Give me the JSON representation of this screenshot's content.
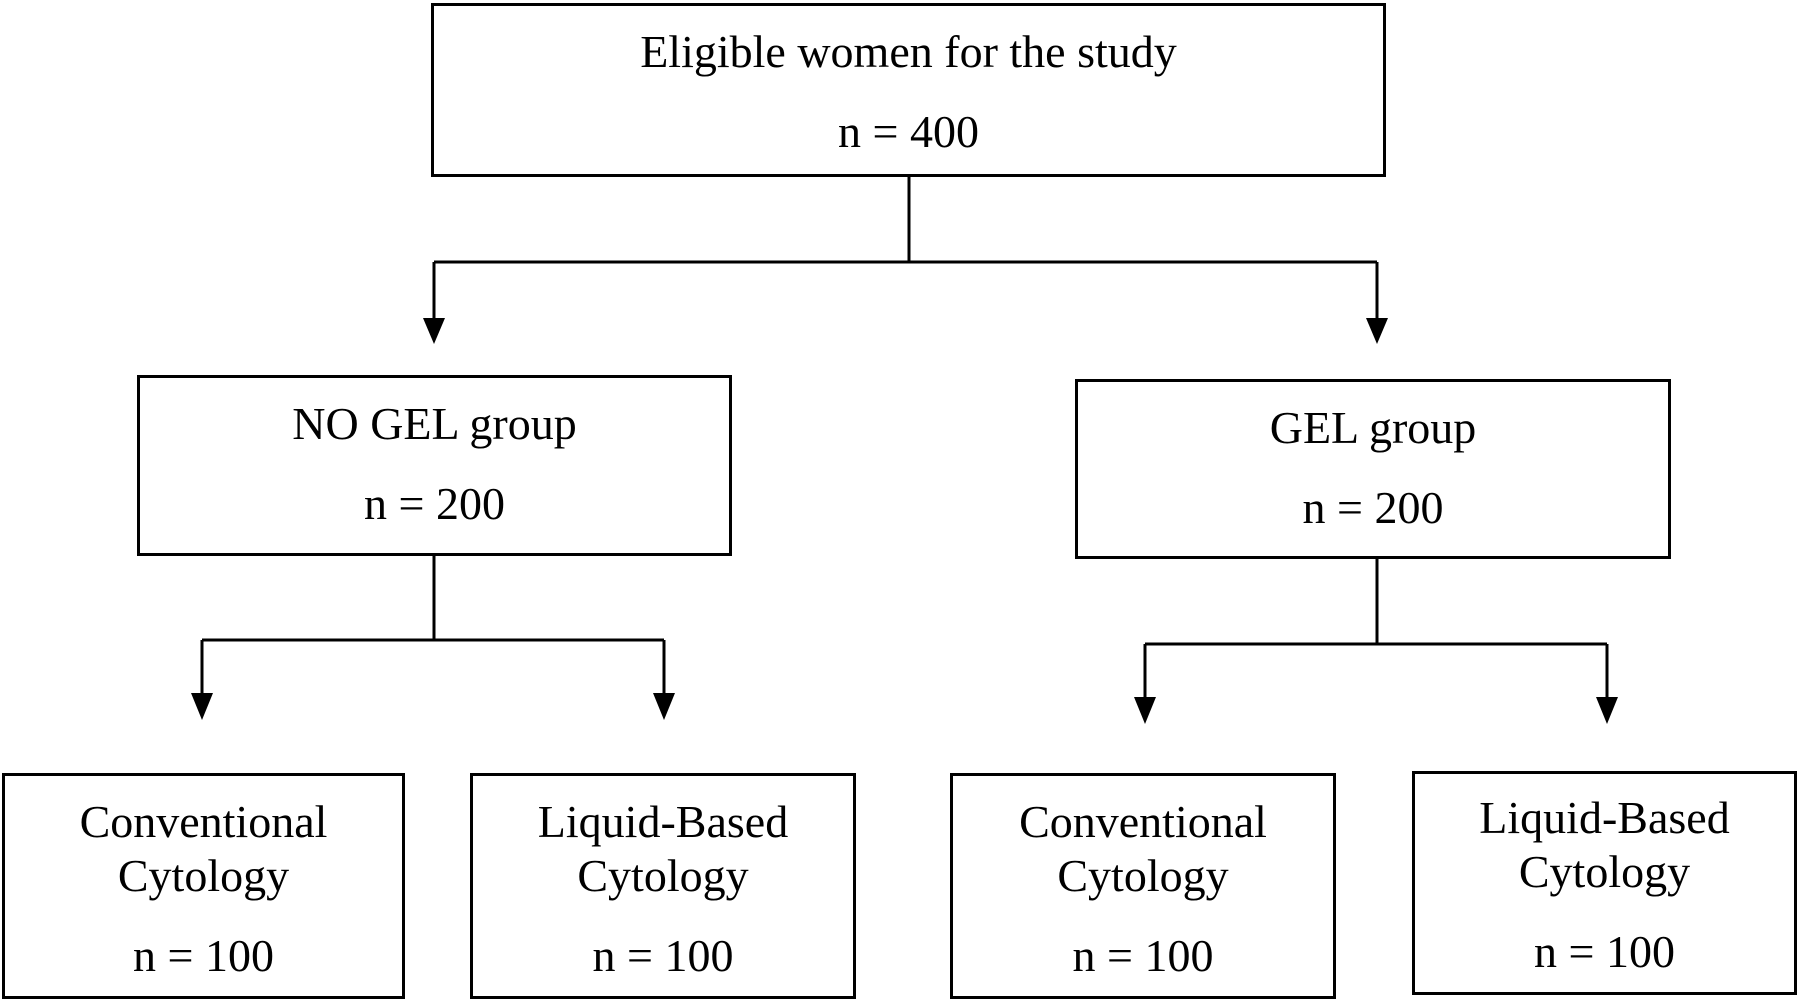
{
  "root": {
    "title": "Eligible women for the study",
    "count": "n = 400"
  },
  "groups": [
    {
      "title": "NO GEL group",
      "count": "n = 200"
    },
    {
      "title": "GEL group",
      "count": "n = 200"
    }
  ],
  "leaves": [
    {
      "line1": "Conventional",
      "line2": "Cytology",
      "count": "n = 100"
    },
    {
      "line1": "Liquid-Based",
      "line2": "Cytology",
      "count": "n = 100"
    },
    {
      "line1": "Conventional",
      "line2": "Cytology",
      "count": "n = 100"
    },
    {
      "line1": "Liquid-Based",
      "line2": "Cytology",
      "count": "n = 100"
    }
  ]
}
